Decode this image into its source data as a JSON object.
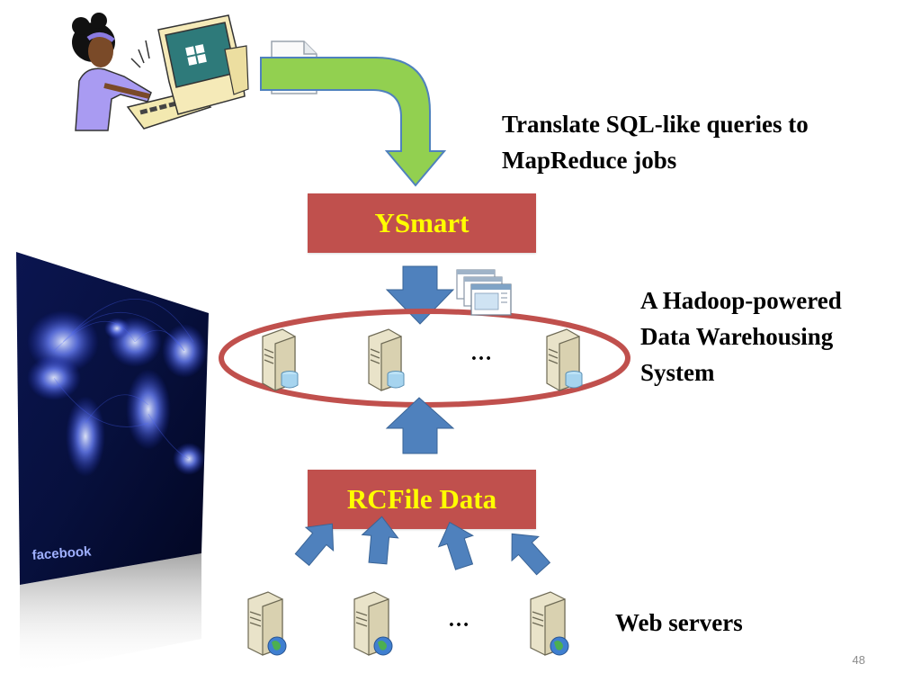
{
  "labels": {
    "translate": [
      "Translate SQL-like queries to",
      "MapReduce jobs"
    ],
    "hadoop": [
      "A Hadoop-powered",
      "Data Warehousing",
      "System"
    ],
    "web_servers": "Web servers"
  },
  "boxes": {
    "ysmart": "YSmart",
    "rcfile": "RCFile Data"
  },
  "ellipsis": "…",
  "image_text": {
    "facebook_logo": "facebook"
  },
  "page_number": "48",
  "colors": {
    "box_fill": "#c0504d",
    "box_text": "#ffff00",
    "ellipse_stroke": "#c0504d",
    "arrow_blue": "#4f81bd",
    "arrow_green": "#92d050",
    "map_bg": "#0a0f3a"
  },
  "icons": [
    "user-at-computer-icon",
    "document-icon",
    "windows-stack-icon",
    "database-server-icon",
    "web-server-icon",
    "world-map-image"
  ]
}
